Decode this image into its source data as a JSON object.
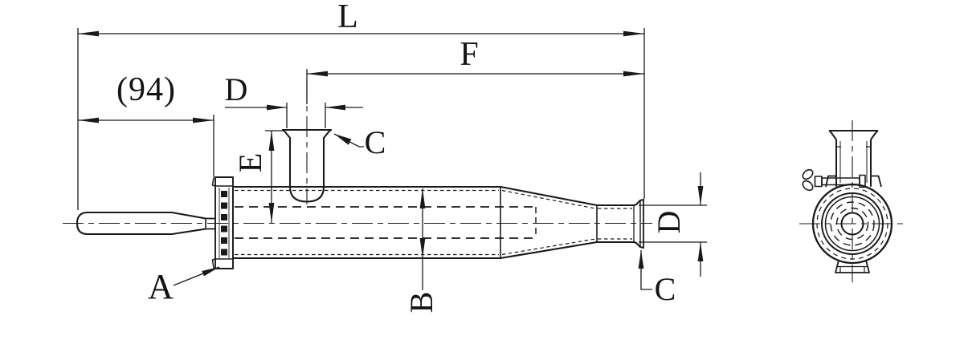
{
  "drawing": {
    "background": "#ffffff",
    "line_color": "#1a1a1a",
    "views": {
      "side_view": "inline-strainer-side-view",
      "end_view": "inline-strainer-end-view"
    },
    "labels": {
      "overall_length": "L",
      "port_to_outlet_length": "F",
      "handle_ref_length": "(94)",
      "port_diameter": "D",
      "port_ferrule": "C",
      "port_height": "E",
      "body_diameter": "B",
      "end_clamp": "A",
      "outlet_diameter": "D",
      "outlet_ferrule": "C"
    }
  }
}
